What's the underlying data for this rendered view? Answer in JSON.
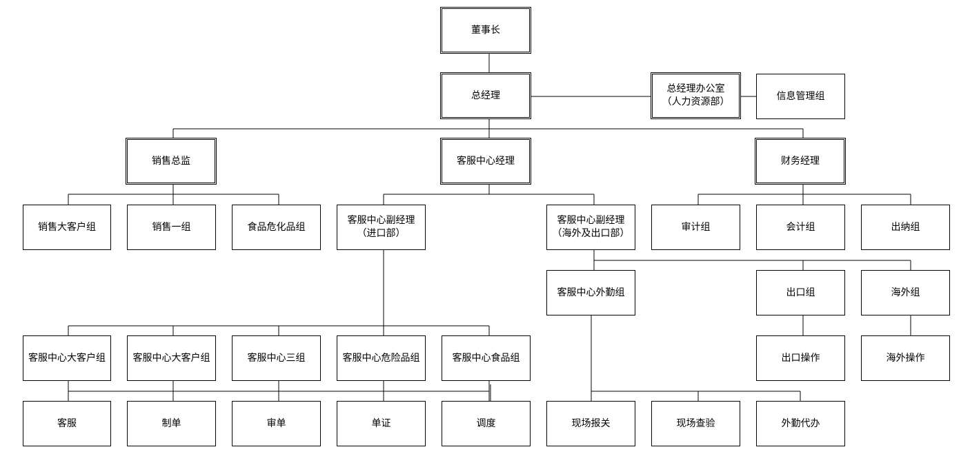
{
  "org_chart": {
    "chairman": "董事长",
    "general_manager": "总经理",
    "gm_office": {
      "line1": "总经理办公室",
      "line2": "（人力资源部）"
    },
    "info_management": "信息管理组",
    "sales_director": "销售总监",
    "cs_center_manager": "客服中心经理",
    "finance_manager": "财务经理",
    "sales_key_accounts": "销售大客户组",
    "sales_group_one": "销售一组",
    "food_hazard_group": "食品危化品组",
    "cs_deputy_import": {
      "line1": "客服中心副经理",
      "line2": "（进口部）"
    },
    "cs_deputy_overseas": {
      "line1": "客服中心副经理",
      "line2": "（海外及出口部）"
    },
    "audit_group": "审计组",
    "accounting_group": "会计组",
    "cashier_group": "出纳组",
    "cs_field_group": "客服中心外勤组",
    "export_group": "出口组",
    "overseas_group": "海外组",
    "export_operation": "出口操作",
    "overseas_operation": "海外操作",
    "cs_key_account_group_a": "客服中心大客户组",
    "cs_key_account_group_b": "客服中心大客户组",
    "cs_group_three": "客服中心三组",
    "cs_hazard_group": "客服中心危险品组",
    "cs_food_group": "客服中心食品组",
    "customer_service": "客服",
    "document_making": "制单",
    "document_review": "审单",
    "certificates": "单证",
    "dispatch": "调度",
    "onsite_declaration": "现场报关",
    "onsite_inspection": "现场查验",
    "field_agency": "外勤代办"
  }
}
